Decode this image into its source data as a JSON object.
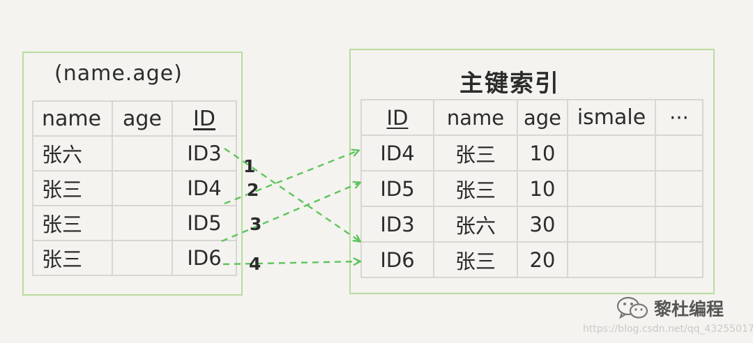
{
  "left_panel": {
    "title": "(name.age)",
    "headers": [
      "name",
      "age",
      "ID"
    ],
    "rows": [
      {
        "name": "张六",
        "age": "",
        "id": "ID3"
      },
      {
        "name": "张三",
        "age": "",
        "id": "ID4"
      },
      {
        "name": "张三",
        "age": "",
        "id": "ID5"
      },
      {
        "name": "张三",
        "age": "",
        "id": "ID6"
      }
    ]
  },
  "right_panel": {
    "title": "主键索引",
    "headers": [
      "ID",
      "name",
      "age",
      "ismale",
      "···"
    ],
    "rows": [
      {
        "id": "ID4",
        "name": "张三",
        "age": "10",
        "ismale": "",
        "more": ""
      },
      {
        "id": "ID5",
        "name": "张三",
        "age": "10",
        "ismale": "",
        "more": ""
      },
      {
        "id": "ID3",
        "name": "张六",
        "age": "30",
        "ismale": "",
        "more": ""
      },
      {
        "id": "ID6",
        "name": "张三",
        "age": "20",
        "ismale": "",
        "more": ""
      }
    ]
  },
  "arrows": [
    {
      "label": "1",
      "from": "ID3",
      "to": "ID3"
    },
    {
      "label": "2",
      "from": "ID4",
      "to": "ID4"
    },
    {
      "label": "3",
      "from": "ID5",
      "to": "ID5"
    },
    {
      "label": "4",
      "from": "ID6",
      "to": "ID6"
    }
  ],
  "watermark": {
    "name": "黎杜编程",
    "url": "https://blog.csdn.net/qq_43255017",
    "icon": "wechat-icon"
  },
  "colors": {
    "panel_border": "#b9dc9c",
    "arrow": "#5ec45e",
    "grid": "#d6d6d2",
    "background": "#f4f3ef"
  }
}
